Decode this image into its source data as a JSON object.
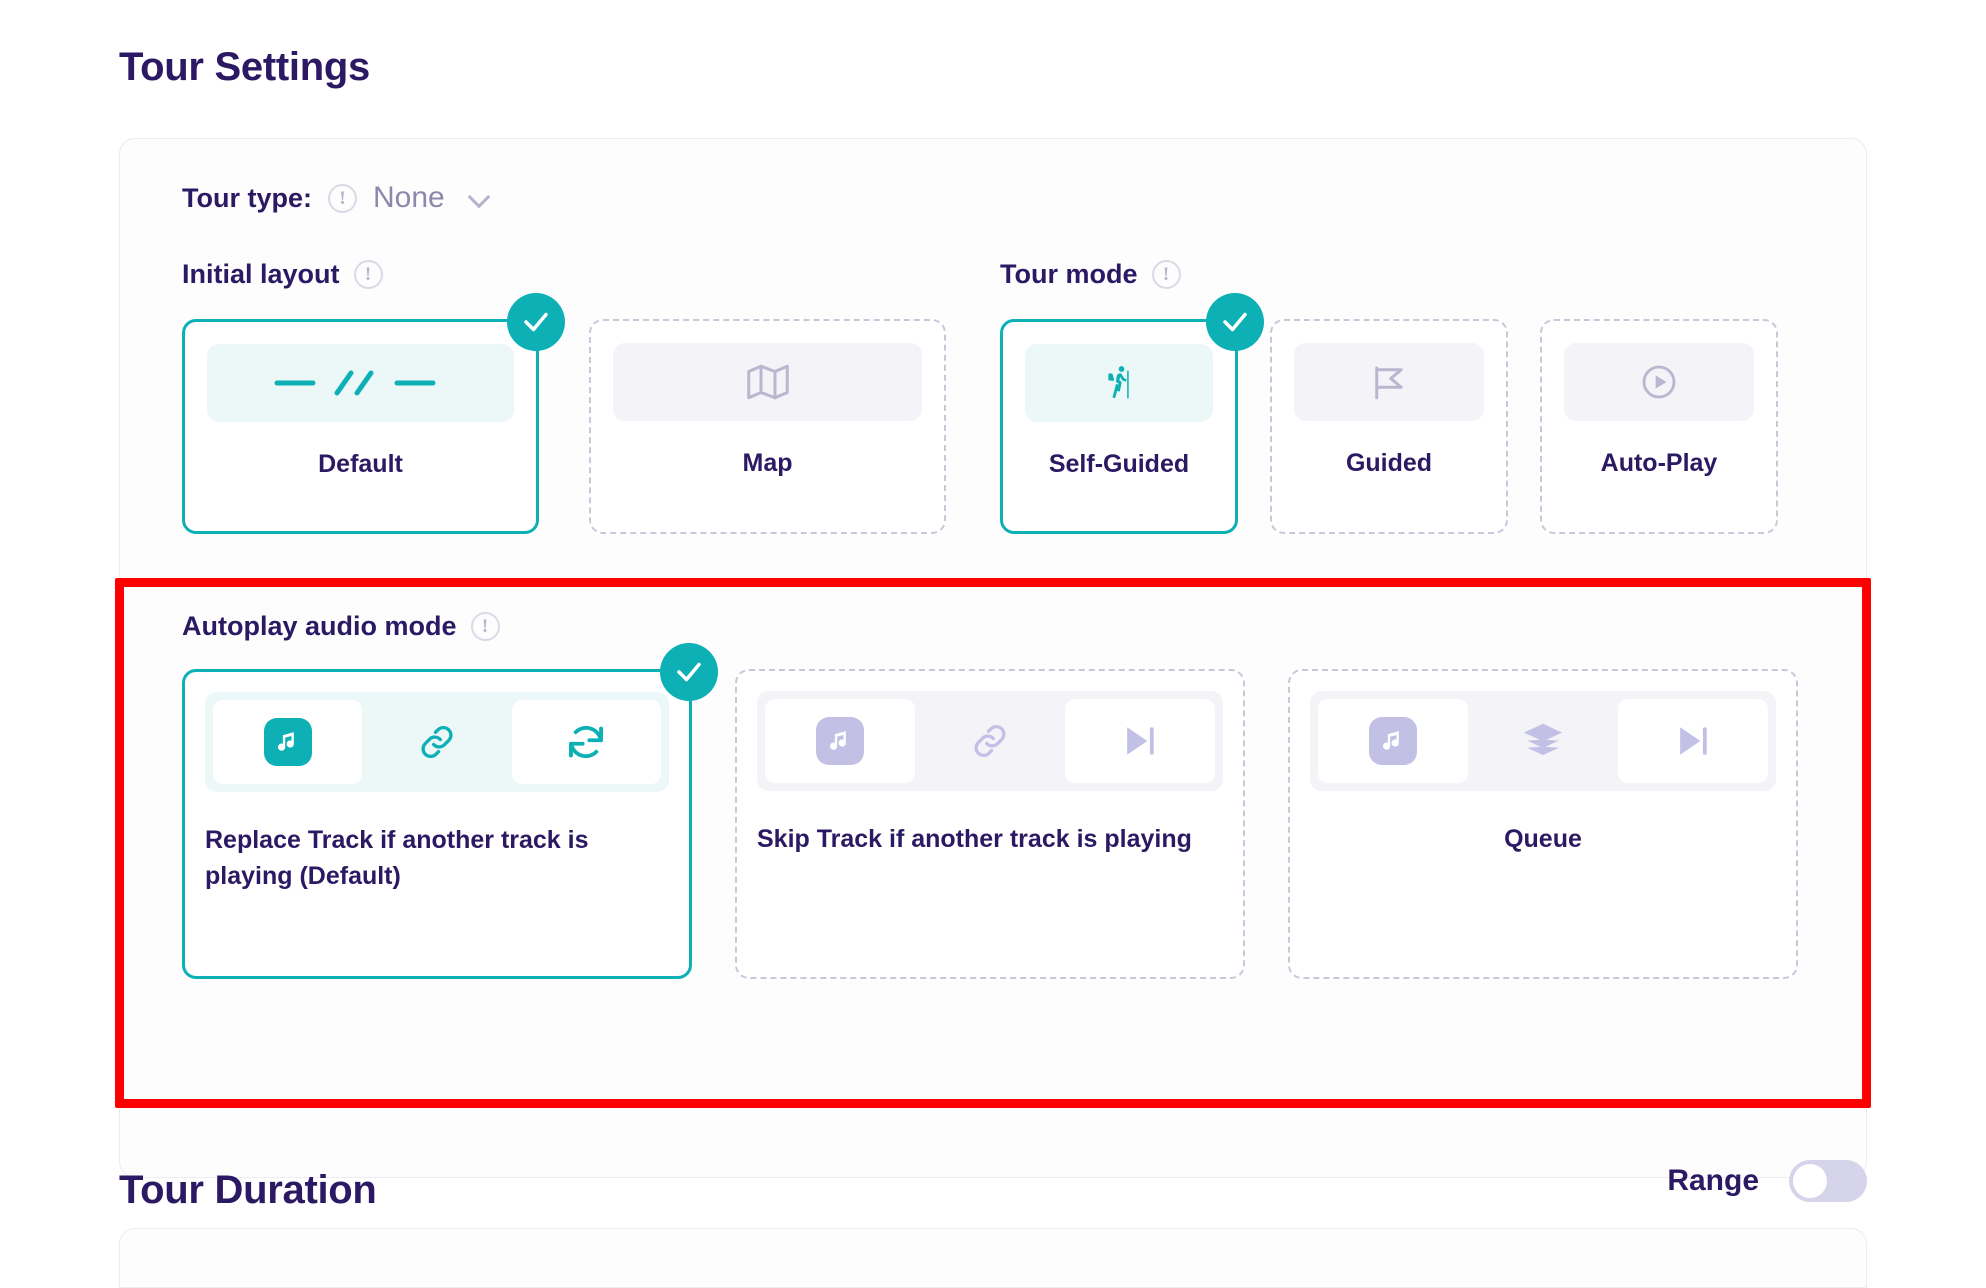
{
  "page": {
    "section_title": "Tour Settings",
    "duration_title": "Tour Duration"
  },
  "tour_type": {
    "label": "Tour type:",
    "info_icon": "info-icon",
    "value": "None",
    "chevron_icon": "chevron-down-icon"
  },
  "initial_layout": {
    "label": "Initial layout",
    "info_icon": "info-icon",
    "options": [
      {
        "label": "Default",
        "icon": "dash-slash-dash-icon",
        "selected": true
      },
      {
        "label": "Map",
        "icon": "map-icon",
        "selected": false
      }
    ]
  },
  "tour_mode": {
    "label": "Tour mode",
    "info_icon": "info-icon",
    "options": [
      {
        "label": "Self-Guided",
        "icon": "hiker-icon",
        "selected": true
      },
      {
        "label": "Guided",
        "icon": "flag-icon",
        "selected": false
      },
      {
        "label": "Auto-Play",
        "icon": "play-circle-icon",
        "selected": false
      }
    ]
  },
  "autoplay_audio_mode": {
    "label": "Autoplay audio mode",
    "info_icon": "info-icon",
    "options": [
      {
        "label": "Replace Track if another track is playing (Default)",
        "icons": [
          "music-note-icon",
          "link-icon",
          "refresh-icon"
        ],
        "selected": true,
        "align": "left"
      },
      {
        "label": "Skip Track if another track is playing",
        "icons": [
          "music-note-icon",
          "link-icon",
          "skip-forward-icon"
        ],
        "selected": false,
        "align": "left"
      },
      {
        "label": "Queue",
        "icons": [
          "music-note-icon",
          "layers-icon",
          "skip-forward-icon"
        ],
        "selected": false,
        "align": "center"
      }
    ]
  },
  "tour_duration": {
    "range_label": "Range",
    "range_enabled": false
  },
  "colors": {
    "accent_teal": "#0cb0b5",
    "ink": "#2b1a63",
    "lavender": "#c3c0e6",
    "highlight_red": "#fd0000"
  }
}
